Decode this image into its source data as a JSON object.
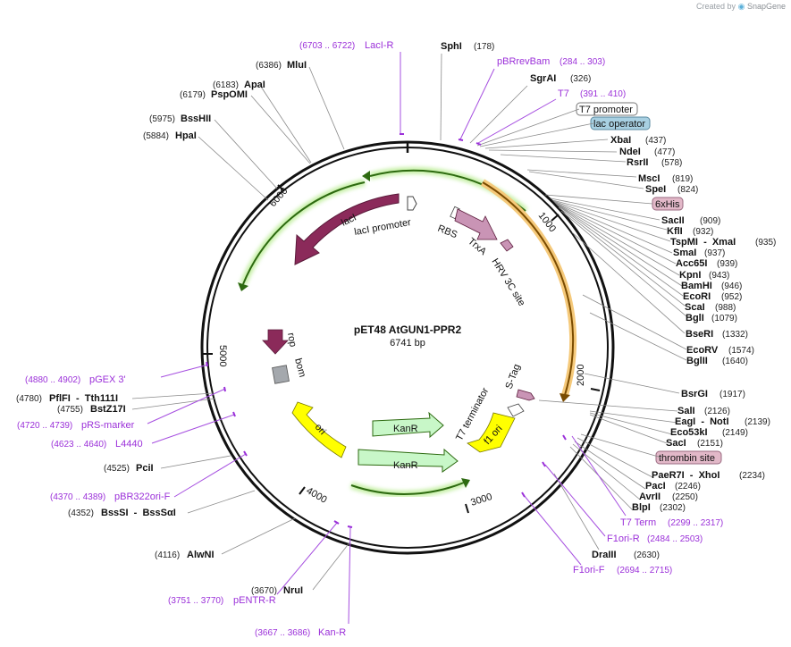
{
  "watermark": {
    "prefix": "Created by",
    "brand": "SnapGene"
  },
  "plasmid": {
    "name": "pET48 AtGUN1-PPR2",
    "length": "6741 bp"
  },
  "ticks": [
    "1000",
    "2000",
    "3000",
    "4000",
    "5000",
    "6000"
  ],
  "features": {
    "lacI": "lacI",
    "lacI_promoter": "lacI promoter",
    "rbs": "RBS",
    "trxa": "TrxA",
    "hrv": "HRV 3C site",
    "rop": "rop",
    "bom": "bom",
    "s_tag": "S-Tag",
    "t7_terminator": "T7 terminator",
    "f1_ori": "f1 ori",
    "ori": "ori",
    "kanr_1": "KanR",
    "kanr_2": "KanR"
  },
  "boxed": {
    "t7_promoter": "T7 promoter",
    "lac_operator": "lac operator",
    "his6": "6xHis",
    "thrombin": "thrombin site"
  },
  "colors": {
    "lacI": "#8b2a5a",
    "trxa": "#c994b5",
    "rop": "#8b2a5a",
    "bom": "#a4a8ad",
    "kanr": "#c8f7c8",
    "ori": "#ffff00",
    "f1_ori": "#ffff00",
    "orange_arc": "#e6a23c",
    "green_arc": "#5aa02c",
    "primer": "#9b30d9"
  },
  "right_sites": [
    {
      "name": "SphI",
      "pos": "(178)"
    },
    {
      "name": "SgrAI",
      "pos": "(326)"
    },
    {
      "name": "XbaI",
      "pos": "(437)"
    },
    {
      "name": "NdeI",
      "pos": "(477)"
    },
    {
      "name": "RsrII",
      "pos": "(578)"
    },
    {
      "name": "MscI",
      "pos": "(819)"
    },
    {
      "name": "SpeI",
      "pos": "(824)"
    },
    {
      "name": "SacII",
      "pos": "(909)"
    },
    {
      "name": "KflI",
      "pos": "(932)"
    },
    {
      "name": "TspMI  -  XmaI",
      "pos": "(935)"
    },
    {
      "name": "SmaI",
      "pos": "(937)"
    },
    {
      "name": "Acc65I",
      "pos": "(939)"
    },
    {
      "name": "KpnI",
      "pos": "(943)"
    },
    {
      "name": "BamHI",
      "pos": "(946)"
    },
    {
      "name": "EcoRI",
      "pos": "(952)"
    },
    {
      "name": "ScaI",
      "pos": "(988)"
    },
    {
      "name": "BglI",
      "pos": "(1079)"
    },
    {
      "name": "BseRI",
      "pos": "(1332)"
    },
    {
      "name": "EcoRV",
      "pos": "(1574)"
    },
    {
      "name": "BglII",
      "pos": "(1640)"
    },
    {
      "name": "BsrGI",
      "pos": "(1917)"
    },
    {
      "name": "SalI",
      "pos": "(2126)"
    },
    {
      "name": "EagI  -  NotI",
      "pos": "(2139)"
    },
    {
      "name": "Eco53kI",
      "pos": "(2149)"
    },
    {
      "name": "SacI",
      "pos": "(2151)"
    },
    {
      "name": "PaeR7I  -  XhoI",
      "pos": "(2234)"
    },
    {
      "name": "PacI",
      "pos": "(2246)"
    },
    {
      "name": "AvrII",
      "pos": "(2250)"
    },
    {
      "name": "BlpI",
      "pos": "(2302)"
    },
    {
      "name": "DraIII",
      "pos": "(2630)"
    }
  ],
  "left_sites": [
    {
      "name": "MluI",
      "pos": "(6386)"
    },
    {
      "name": "ApaI",
      "pos": "(6183)"
    },
    {
      "name": "PspOMI",
      "pos": "(6179)"
    },
    {
      "name": "BssHII",
      "pos": "(5975)"
    },
    {
      "name": "HpaI",
      "pos": "(5884)"
    },
    {
      "name": "PflFI  -  Tth111I",
      "pos": "(4780)"
    },
    {
      "name": "BstZ17I",
      "pos": "(4755)"
    },
    {
      "name": "PciI",
      "pos": "(4525)"
    },
    {
      "name": "BssSI  -  BssSαI",
      "pos": "(4352)"
    },
    {
      "name": "AlwNI",
      "pos": "(4116)"
    },
    {
      "name": "NruI",
      "pos": "(3670)"
    }
  ],
  "primers": [
    {
      "name": "LacI-R",
      "pos": "(6703 .. 6722)"
    },
    {
      "name": "pBRrevBam",
      "pos": "(284 .. 303)"
    },
    {
      "name": "T7",
      "pos": "(391 .. 410)"
    },
    {
      "name": "pGEX 3'",
      "pos": "(4880 .. 4902)"
    },
    {
      "name": "pRS-marker",
      "pos": "(4720 .. 4739)"
    },
    {
      "name": "L4440",
      "pos": "(4623 .. 4640)"
    },
    {
      "name": "pBR322ori-F",
      "pos": "(4370 .. 4389)"
    },
    {
      "name": "pENTR-R",
      "pos": "(3751 .. 3770)"
    },
    {
      "name": "Kan-R",
      "pos": "(3667 .. 3686)"
    },
    {
      "name": "T7 Term",
      "pos": "(2299 .. 2317)"
    },
    {
      "name": "F1ori-R",
      "pos": "(2484 .. 2503)"
    },
    {
      "name": "F1ori-F",
      "pos": "(2694 .. 2715)"
    }
  ]
}
